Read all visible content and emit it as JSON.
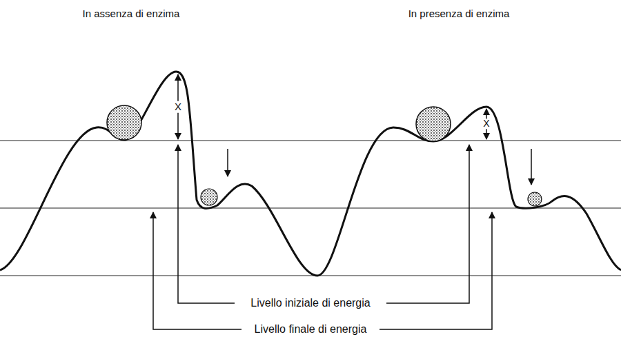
{
  "diagram": {
    "labels": [
      "In assenza di enzima",
      "In presenza di enzima",
      "X",
      "X",
      "Livello iniziale di energia",
      "Livello finale di energia"
    ]
  }
}
